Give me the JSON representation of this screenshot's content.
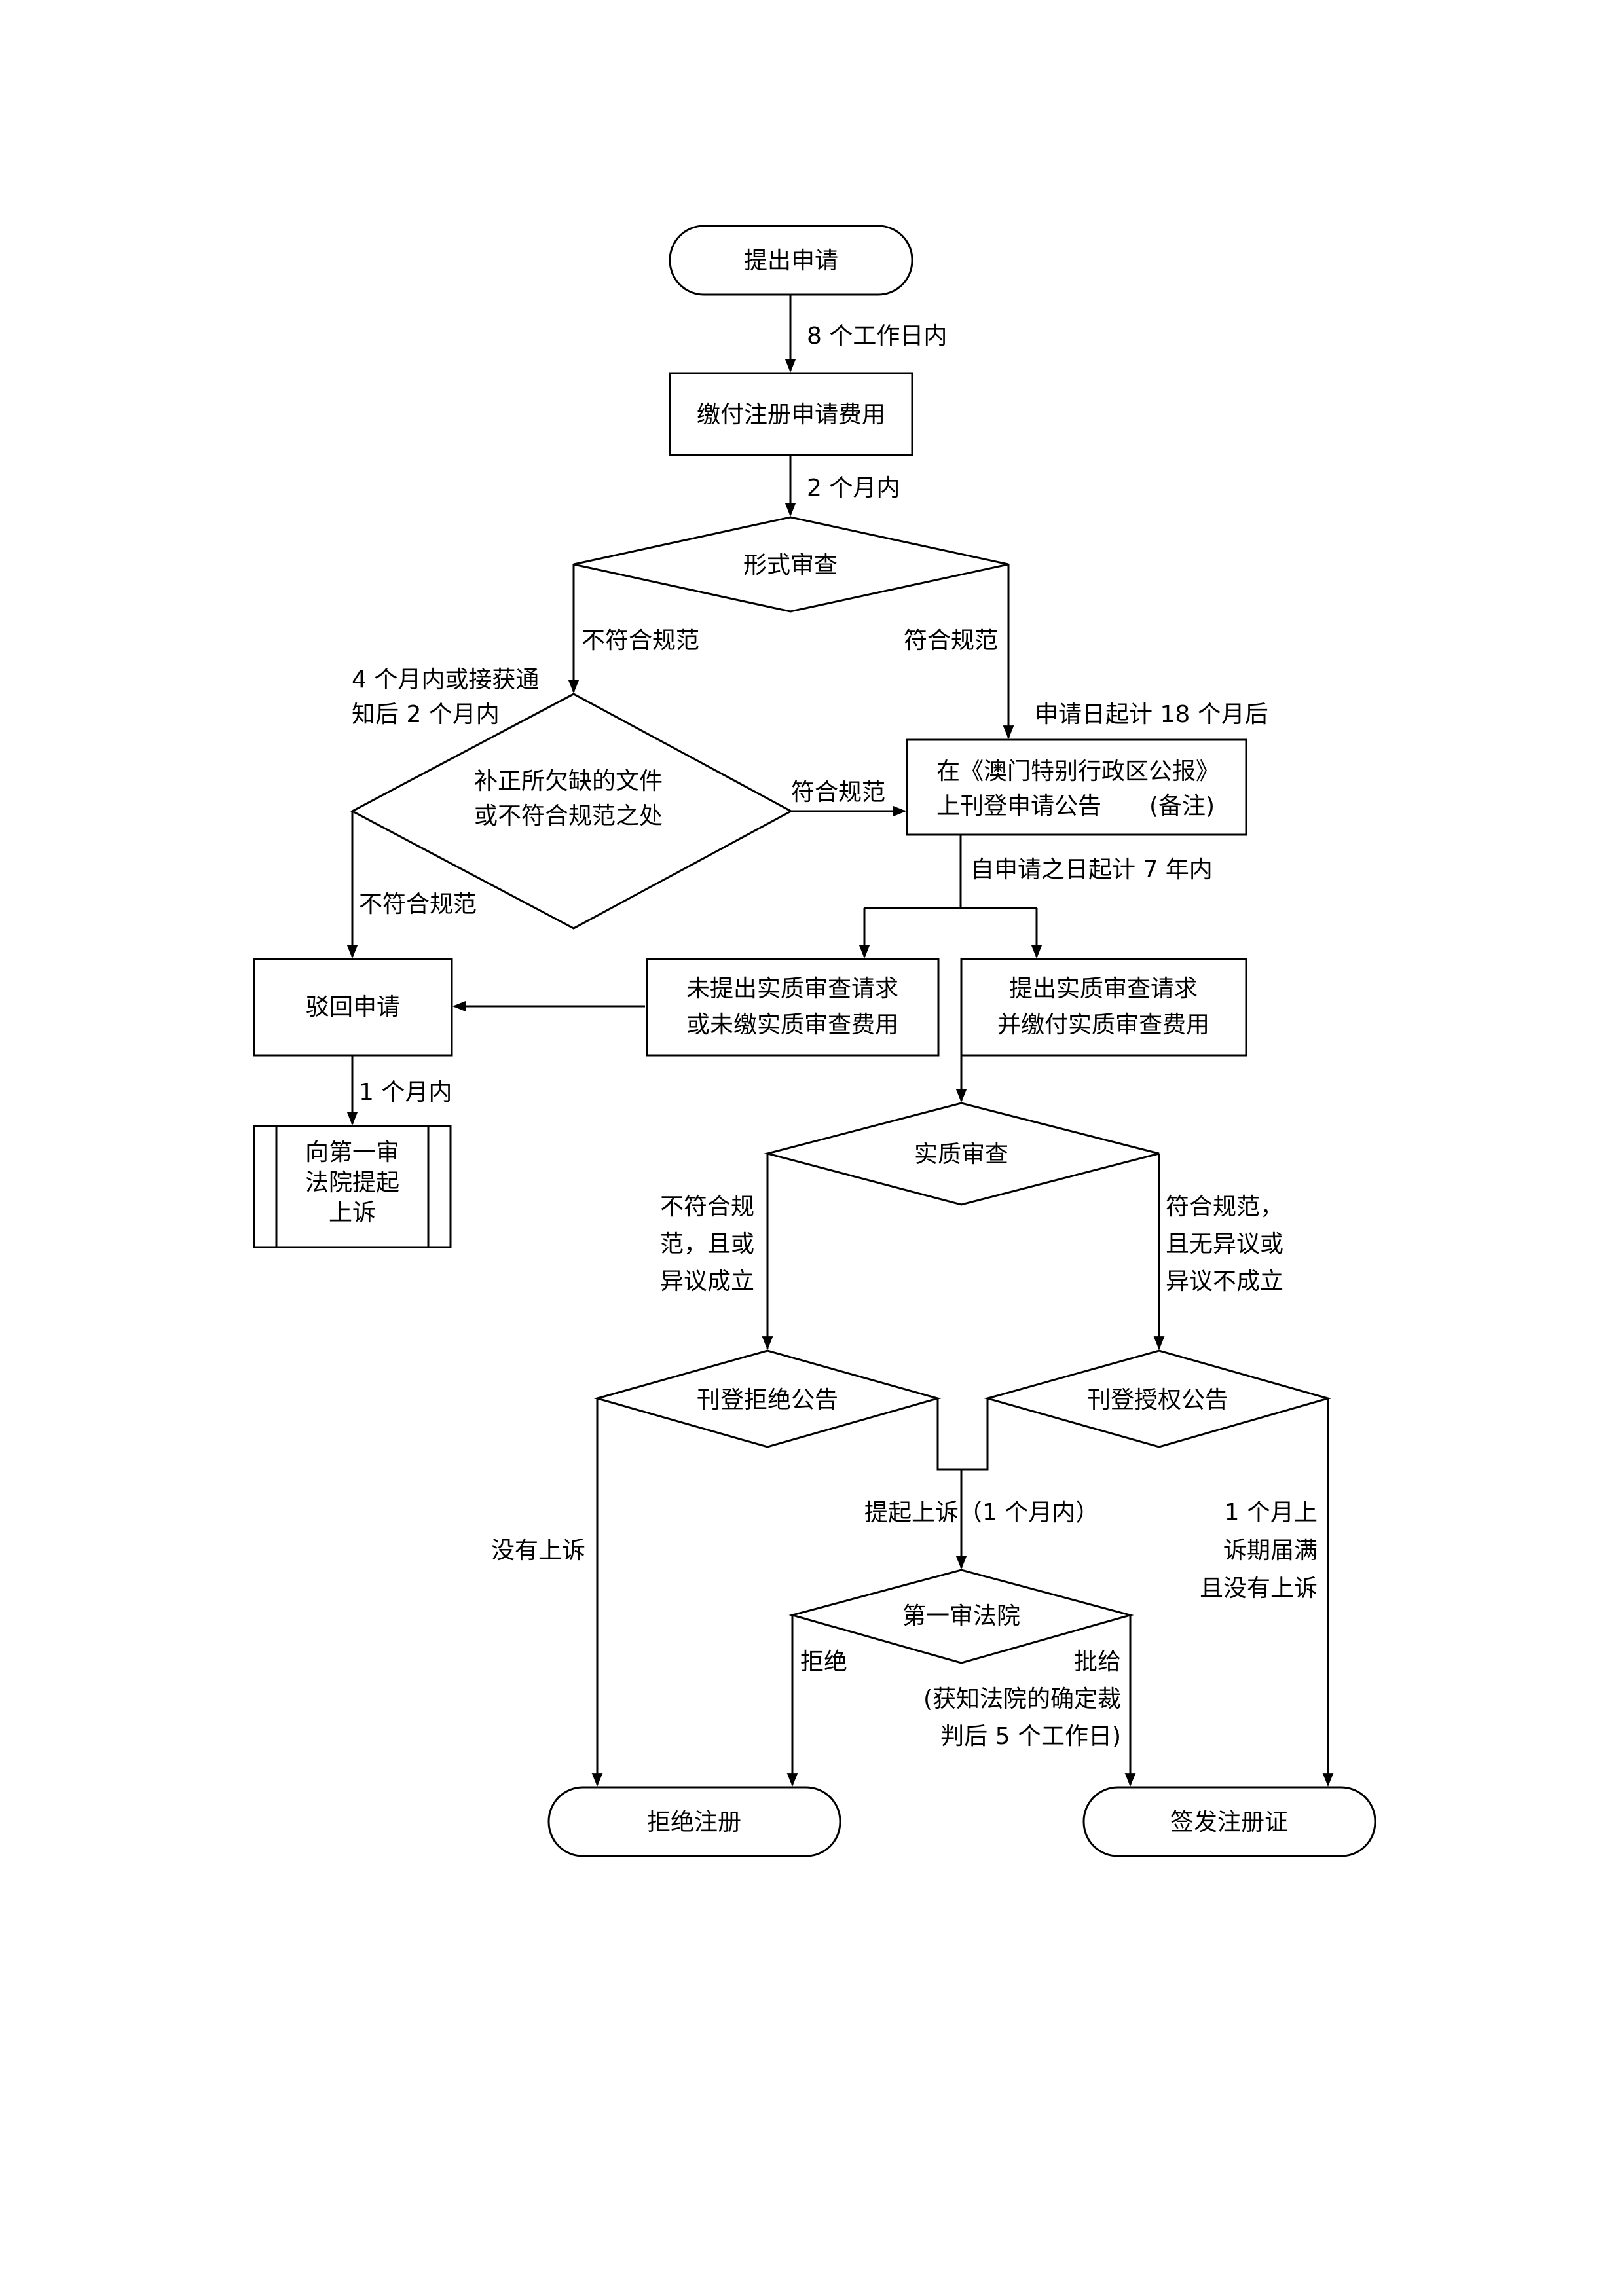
{
  "nodes": {
    "submit_application": "提出申请",
    "pay_fee": "缴付注册申请费用",
    "formal_exam": "形式审查",
    "correct_docs": [
      "补正所欠缺的文件",
      "或不符合规范之处"
    ],
    "publish_gazette": [
      "在《澳门特别行政区公报》",
      "上刊登申请公告"
    ],
    "publish_gazette_note": "(备注)",
    "reject_application": "驳回申请",
    "appeal_first_court": [
      "向第一审",
      "法院提起",
      "上诉"
    ],
    "no_substantive_request": [
      "未提出实质审查请求",
      "或未缴实质审查费用"
    ],
    "substantive_request": [
      "提出实质审查请求",
      "并缴付实质审查费用"
    ],
    "substantive_exam": "实质审查",
    "publish_refusal": "刊登拒绝公告",
    "publish_grant": "刊登授权公告",
    "first_instance_court": "第一审法院",
    "refuse_registration": "拒绝注册",
    "issue_certificate": "签发注册证"
  },
  "labels": {
    "within_8_working_days": "8 个工作日内",
    "within_2_months": "2 个月内",
    "non_compliant_1": "不符合规范",
    "compliant_1": "符合规范",
    "within_4_months": [
      "4 个月内或接获通",
      "知后 2 个月内"
    ],
    "after_18_months": "申请日起计 18 个月后",
    "compliant_2": "符合规范",
    "non_compliant_2": "不符合规范",
    "within_7_years": "自申请之日起计 7 年内",
    "within_1_month": "1 个月内",
    "non_compliant_objection": [
      "不符合规",
      "范，且或",
      "异议成立"
    ],
    "compliant_no_objection": [
      "符合规范，",
      "且无异议或",
      "异议不成立"
    ],
    "no_appeal": "没有上诉",
    "appeal_within_1_month": "提起上诉（1 个月内）",
    "appeal_period_expired": [
      "1 个月上",
      "诉期届满",
      "且没有上诉"
    ],
    "refused": "拒绝",
    "granted": [
      "批给",
      "(获知法院的确定裁",
      "判后 5 个工作日)"
    ]
  }
}
